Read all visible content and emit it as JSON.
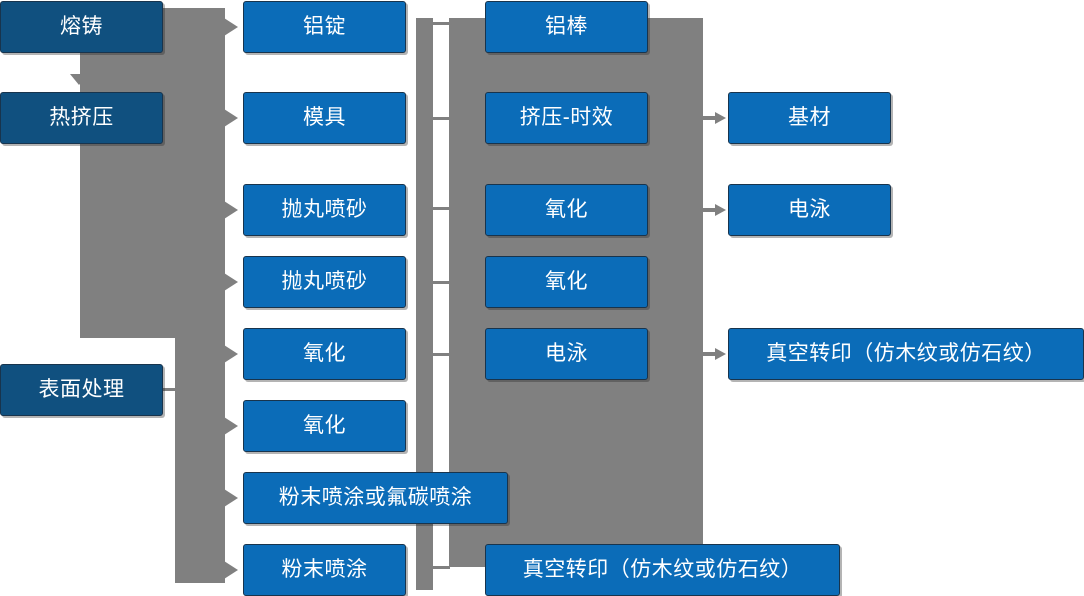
{
  "diagram": {
    "type": "process-flowchart",
    "title": "",
    "colors": {
      "stage_box": "#10507f",
      "process_box": "#0b6cb8",
      "connector": "#808080",
      "box_border": "#18344d",
      "text": "#ffffff",
      "background": "#ffffff"
    },
    "columns": [
      {
        "name": "stages",
        "boxes": [
          {
            "id": "stage-melt-cast",
            "label": "熔铸"
          },
          {
            "id": "stage-hot-extrusion",
            "label": "热挤压"
          },
          {
            "id": "stage-surface-treat",
            "label": "表面处理"
          }
        ]
      },
      {
        "name": "sub-process-1",
        "boxes": [
          {
            "id": "p1-aluminum-ingot",
            "label": "铝锭"
          },
          {
            "id": "p1-mold",
            "label": "模具"
          },
          {
            "id": "p1-shot-blast-1",
            "label": "抛丸喷砂"
          },
          {
            "id": "p1-shot-blast-2",
            "label": "抛丸喷砂"
          },
          {
            "id": "p1-oxidation-1",
            "label": "氧化"
          },
          {
            "id": "p1-oxidation-2",
            "label": "氧化"
          },
          {
            "id": "p1-powder-or-fluorocarbon",
            "label": "粉末喷涂或氟碳喷涂"
          },
          {
            "id": "p1-powder-coating",
            "label": "粉末喷涂"
          }
        ]
      },
      {
        "name": "sub-process-2",
        "boxes": [
          {
            "id": "p2-aluminum-rod",
            "label": "铝棒"
          },
          {
            "id": "p2-extrusion-aging",
            "label": "挤压-时效"
          },
          {
            "id": "p2-oxidation-1",
            "label": "氧化"
          },
          {
            "id": "p2-oxidation-2",
            "label": "氧化"
          },
          {
            "id": "p2-electrophoresis",
            "label": "电泳"
          },
          {
            "id": "p2-vacuum-transfer",
            "label": "真空转印（仿木纹或仿石纹）"
          }
        ]
      },
      {
        "name": "outputs",
        "boxes": [
          {
            "id": "out-substrate",
            "label": "基材"
          },
          {
            "id": "out-electrophoresis",
            "label": "电泳"
          },
          {
            "id": "out-vacuum-transfer",
            "label": "真空转印（仿木纹或仿石纹）"
          }
        ]
      }
    ]
  }
}
